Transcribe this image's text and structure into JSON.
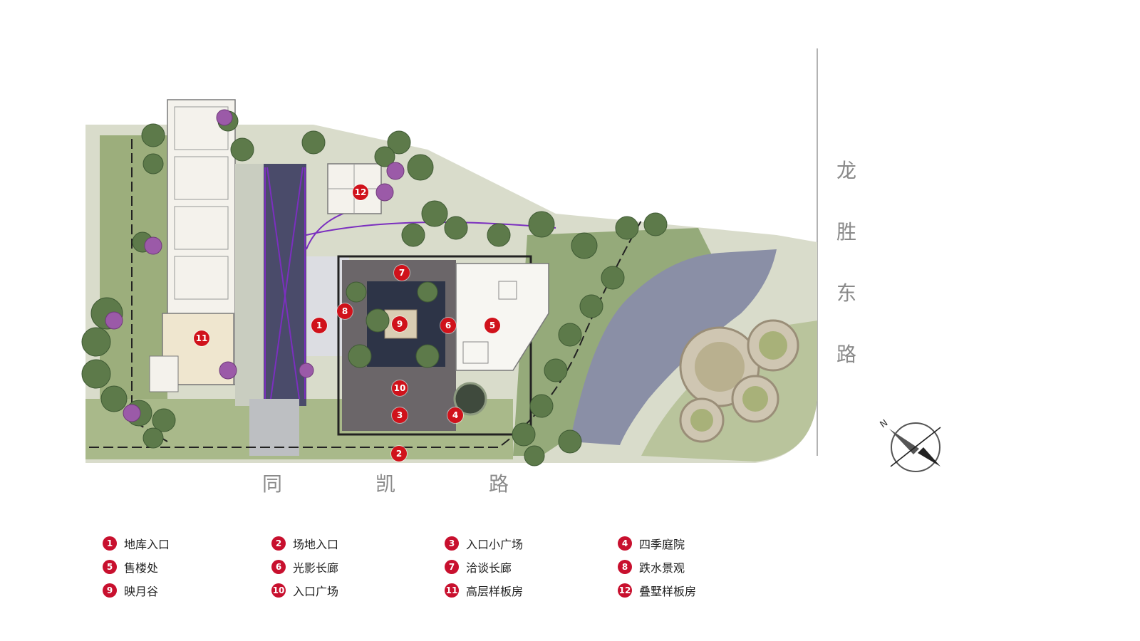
{
  "roads": {
    "east": {
      "chars": [
        "龙",
        "胜",
        "东",
        "路"
      ]
    },
    "south": {
      "chars": [
        "同",
        "凯",
        "路"
      ]
    }
  },
  "markers": [
    {
      "id": "1"
    },
    {
      "id": "2"
    },
    {
      "id": "3"
    },
    {
      "id": "4"
    },
    {
      "id": "5"
    },
    {
      "id": "6"
    },
    {
      "id": "7"
    },
    {
      "id": "8"
    },
    {
      "id": "9"
    },
    {
      "id": "10"
    },
    {
      "id": "11"
    },
    {
      "id": "12"
    }
  ],
  "legend": [
    {
      "num": "1",
      "label": "地库入口"
    },
    {
      "num": "2",
      "label": "场地入口"
    },
    {
      "num": "3",
      "label": "入口小广场"
    },
    {
      "num": "4",
      "label": "四季庭院"
    },
    {
      "num": "5",
      "label": "售楼处"
    },
    {
      "num": "6",
      "label": "光影长廊"
    },
    {
      "num": "7",
      "label": "洽谈长廊"
    },
    {
      "num": "8",
      "label": "跌水景观"
    },
    {
      "num": "9",
      "label": "映月谷"
    },
    {
      "num": "10",
      "label": "入口广场"
    },
    {
      "num": "11",
      "label": "高层样板房"
    },
    {
      "num": "12",
      "label": "叠墅样板房"
    }
  ],
  "colors": {
    "marker": "#d0121b",
    "water": "#8a8fa6",
    "tree": "#5d7a4a",
    "purple_line": "#7b2fbf",
    "road_text": "#8a8a8a"
  },
  "compass": {
    "label": "N"
  }
}
